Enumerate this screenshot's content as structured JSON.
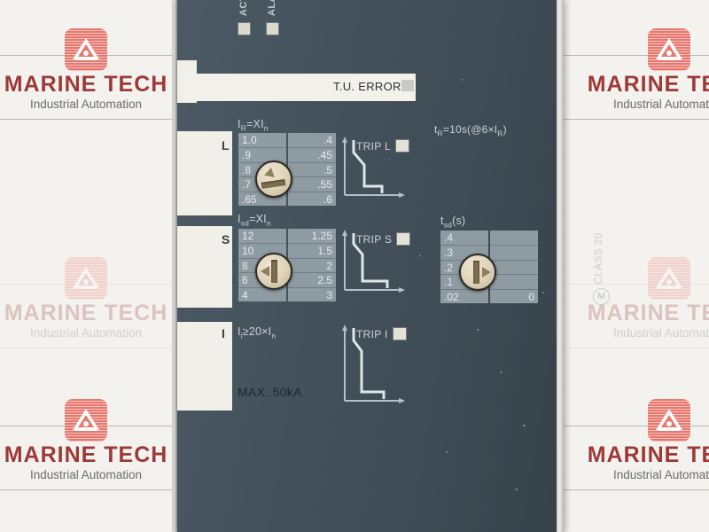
{
  "background": {
    "watermark": {
      "title": "MARINE TECH",
      "subtitle": "Industrial Automation",
      "logo_icon": "mountain-triangle-logo",
      "logo_color": "#e8776e",
      "title_color": "#9d3a38"
    }
  },
  "device": {
    "panel_color": "#44525c",
    "status_leds": [
      {
        "label": "ACT",
        "state": "off"
      },
      {
        "label": "ALA",
        "state": "off"
      }
    ],
    "tu_error": {
      "label": "T.U. ERROR",
      "led_state": "off"
    },
    "long_time": {
      "section_letter": "L",
      "caption": "I",
      "caption_sub": "R",
      "caption_rest": "=XI",
      "caption_sub2": "n",
      "caption_full": "IR=XIn",
      "left_values": [
        "1.0",
        ".9",
        ".8",
        ".7",
        ".65"
      ],
      "right_values": [
        ".4",
        ".45",
        ".5",
        ".55",
        ".6"
      ],
      "trip_label": "TRIP L",
      "trip_led_state": "off",
      "dial_icon": "rotary-screw-dial"
    },
    "tr_note": {
      "text": "tR=10s(@6×IR)"
    },
    "short_time": {
      "section_letter": "S",
      "caption_full": "Isd=XIn",
      "left_values": [
        "12",
        "10",
        "8",
        "6",
        "4"
      ],
      "right_values": [
        "1.25",
        "1.5",
        "2",
        "2.5",
        "3"
      ],
      "trip_label": "TRIP S",
      "trip_led_state": "off",
      "dial_icon": "rotary-screw-dial"
    },
    "tsd": {
      "caption_full": "tsd(s)",
      "left_values": [
        ".4",
        ".3",
        ".2",
        ".1",
        ".02"
      ],
      "right_value": "0",
      "class_label": "CLASS 20",
      "motor_symbol": "M",
      "dial_icon": "rotary-screw-dial"
    },
    "instantaneous": {
      "section_letter": "I",
      "caption_full": "Ii≥20×In",
      "max_label": "MAX. 50kA",
      "trip_label": "TRIP I",
      "trip_led_state": "off"
    }
  }
}
